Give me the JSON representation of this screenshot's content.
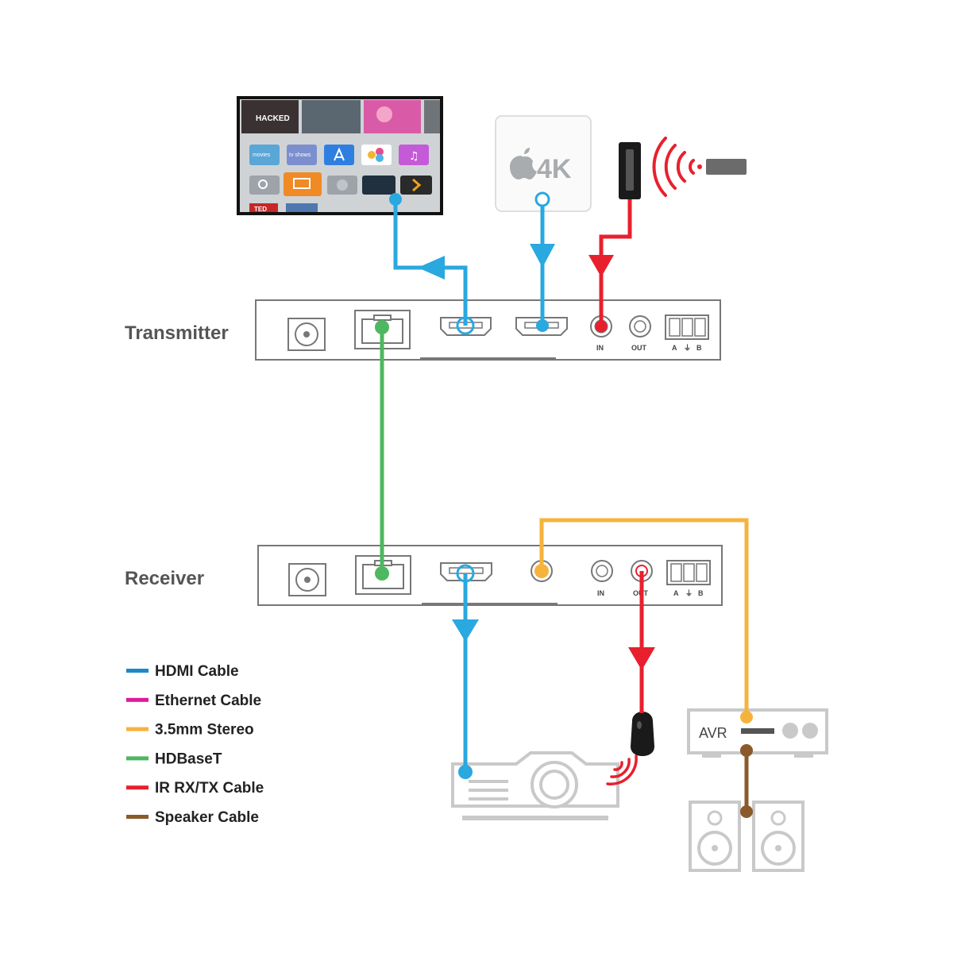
{
  "units": {
    "transmitter": "Transmitter",
    "receiver": "Receiver"
  },
  "ports": {
    "in": "IN",
    "out": "OUT",
    "a": "A",
    "ground": "⏚",
    "b": "B"
  },
  "devices": {
    "appletv_4k": "4K",
    "avr": "AVR",
    "tv_tile_hacked": "HACKED",
    "tv_tile_movies": "movies",
    "tv_tile_tvshows": "tv shows",
    "tv_tile_ted": "TED"
  },
  "legend": [
    {
      "label": "HDMI Cable",
      "color": "#1e88c8"
    },
    {
      "label": "Ethernet Cable",
      "color": "#e0199a"
    },
    {
      "label": "3.5mm Stereo",
      "color": "#f6b33c"
    },
    {
      "label": "HDBaseT",
      "color": "#4db860"
    },
    {
      "label": "IR RX/TX Cable",
      "color": "#e8202e"
    },
    {
      "label": "Speaker Cable",
      "color": "#8b5a2b"
    }
  ],
  "colors": {
    "hdmi": "#2aa8e0",
    "hdbaset": "#4db860",
    "stereo": "#f6b33c",
    "ir": "#e8202e",
    "speaker": "#8b5a2b"
  }
}
